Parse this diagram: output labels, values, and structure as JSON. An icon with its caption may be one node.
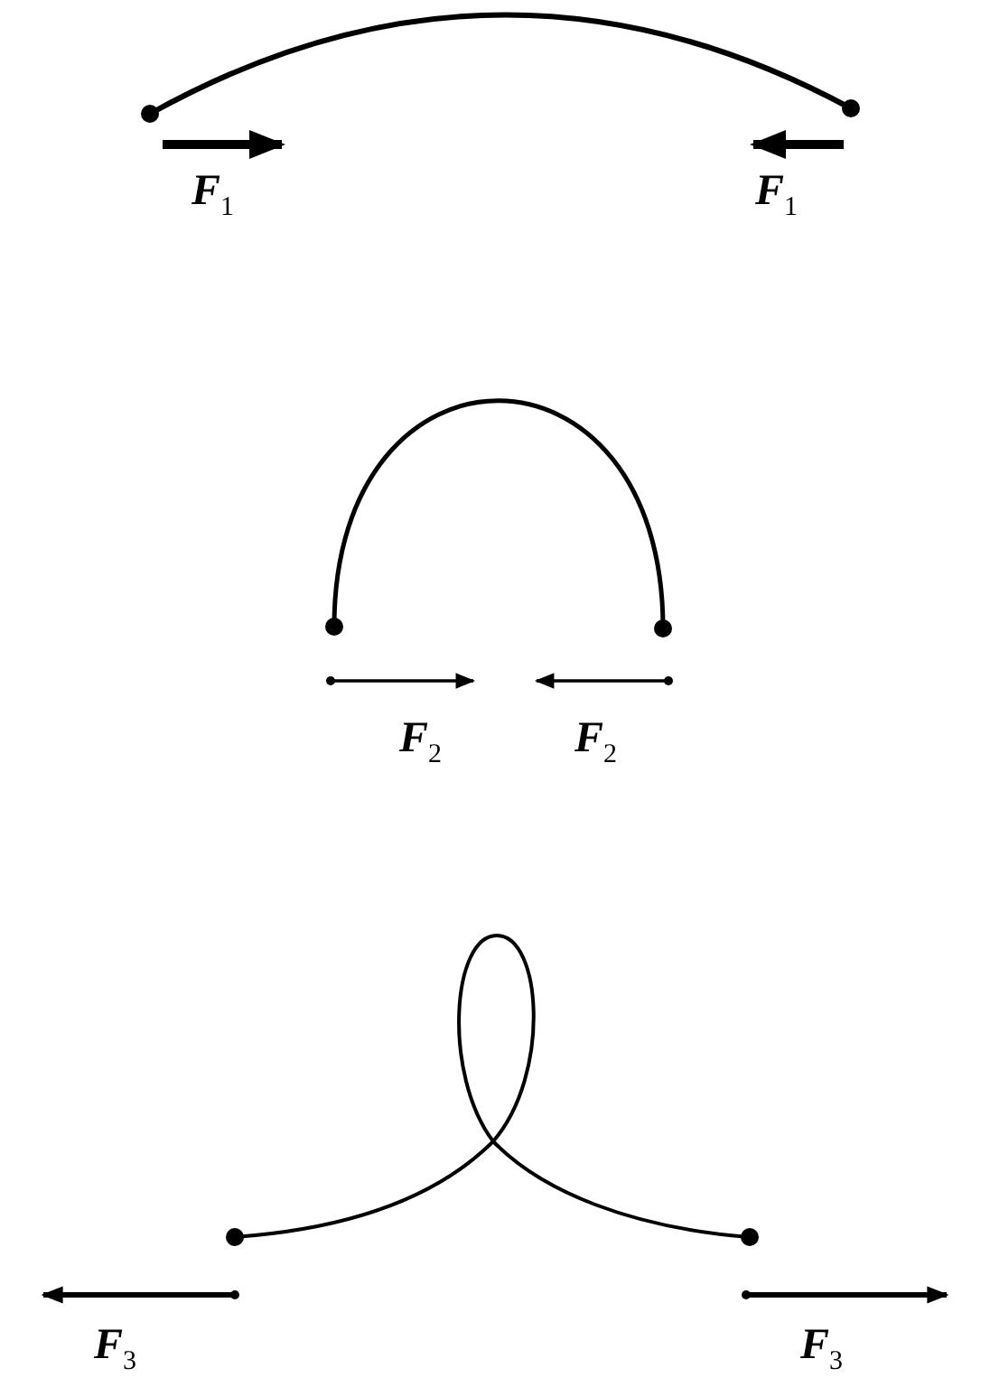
{
  "diagram": {
    "labels": [
      "F$_{1}$",
      "F$_{1}$",
      "F$_{2}$",
      "F$_{2}$",
      "F$_{3}$",
      "F$_{3}$"
    ]
  }
}
